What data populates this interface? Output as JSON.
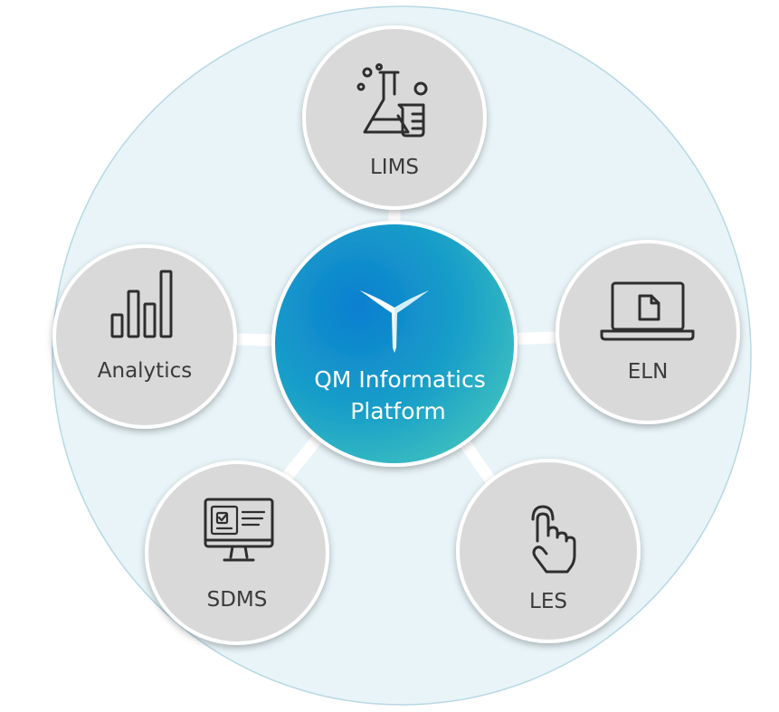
{
  "platform": {
    "title_line1": "QM Informatics",
    "title_line2": "Platform",
    "logo_icon": "tri-blade-logo-icon"
  },
  "modules": [
    {
      "id": "lims",
      "label": "LIMS",
      "icon": "lab-flasks-icon"
    },
    {
      "id": "eln",
      "label": "ELN",
      "icon": "laptop-document-icon"
    },
    {
      "id": "les",
      "label": "LES",
      "icon": "pointing-hand-icon"
    },
    {
      "id": "sdms",
      "label": "SDMS",
      "icon": "monitor-checklist-icon"
    },
    {
      "id": "analytics",
      "label": "Analytics",
      "icon": "bar-chart-icon"
    }
  ],
  "colors": {
    "outer_fill": "#e6f3f8",
    "outer_stroke": "#b9d9e6",
    "node_fill": "#d9d9d9",
    "node_stroke": "#ffffff",
    "connector": "#ffffff",
    "center_dark": "#0a7fc4",
    "center_light": "#3ec3c0"
  }
}
